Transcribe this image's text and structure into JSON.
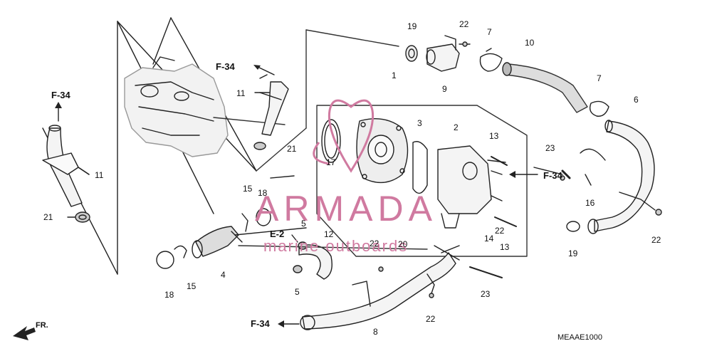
{
  "diagram": {
    "callouts": [
      "1",
      "2",
      "3",
      "4",
      "5",
      "5",
      "6",
      "7",
      "7",
      "8",
      "9",
      "10",
      "11",
      "11",
      "12",
      "13",
      "13",
      "14",
      "15",
      "15",
      "16",
      "17",
      "18",
      "18",
      "19",
      "19",
      "20",
      "21",
      "21",
      "22",
      "22",
      "22",
      "22",
      "22",
      "23",
      "23"
    ],
    "refs": [
      "F-34",
      "F-34",
      "F-34",
      "F-34",
      "E-2"
    ],
    "front_marker": "FR.",
    "drawing_code": "MEAAE1000"
  },
  "watermark": {
    "brand": "ARMADA",
    "tagline": "marine outboards",
    "color": "#d07aa0"
  }
}
